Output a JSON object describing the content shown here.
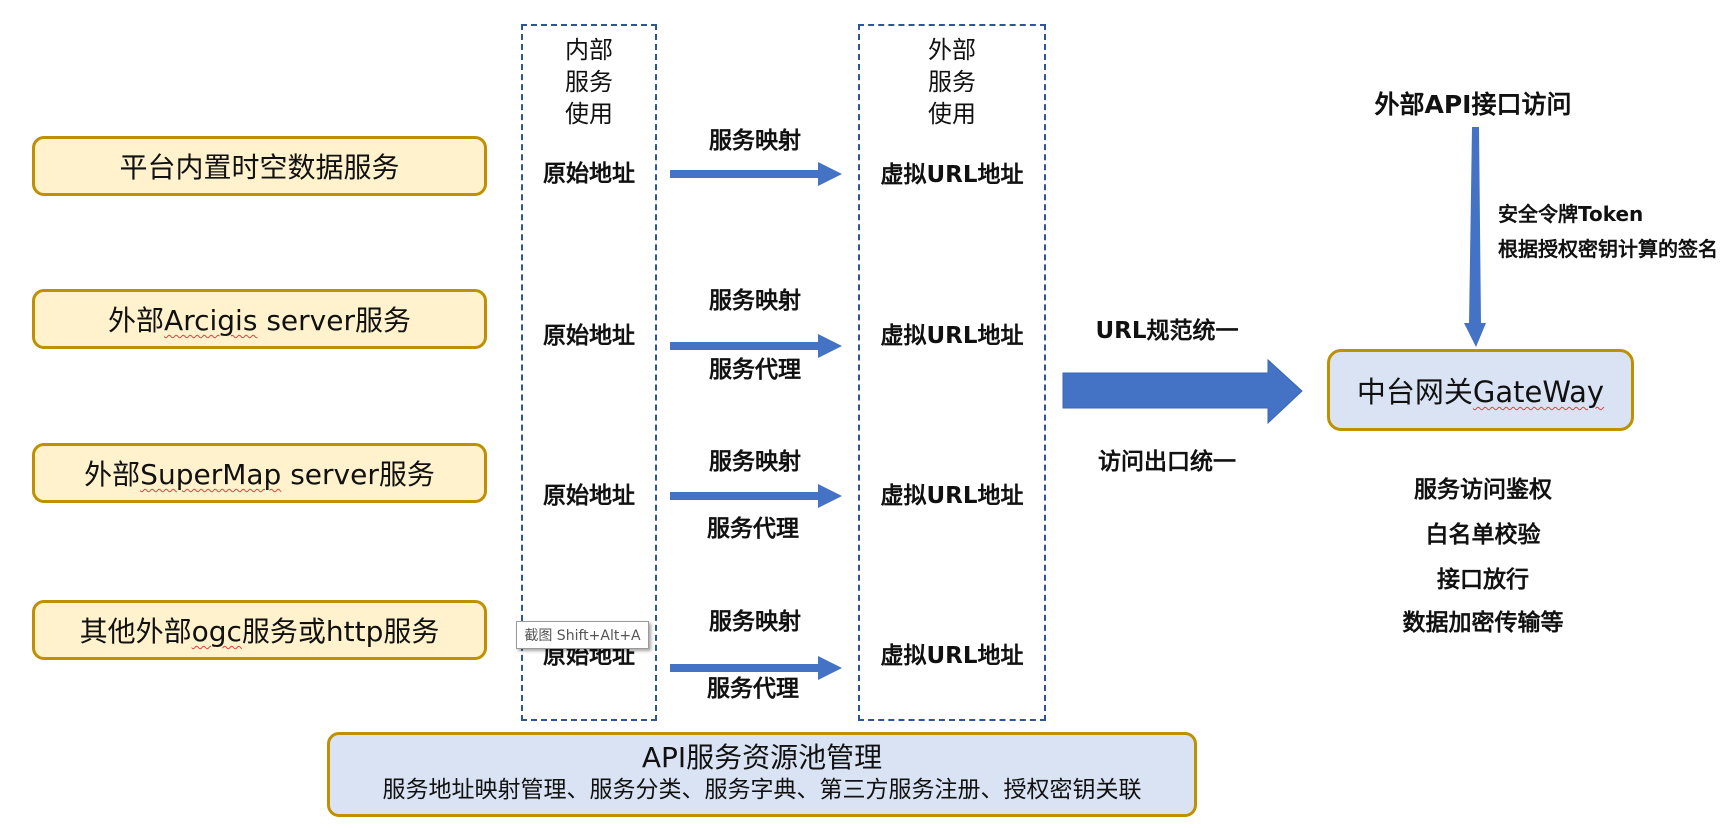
{
  "colors": {
    "source_fill": "#FFF2CC",
    "source_border": "#BF9000",
    "gateway_fill": "#DAE3F3",
    "arrow": "#4472C4",
    "dashed_border": "#2F5597"
  },
  "sources": [
    {
      "prefix": "平台内置时空数据服务",
      "marked": "",
      "suffix": ""
    },
    {
      "prefix": "外部",
      "marked": "Arcigis",
      "suffix": " server服务"
    },
    {
      "prefix": "外部",
      "marked": "SuperMap",
      "suffix": " server服务"
    },
    {
      "prefix": "其他外部",
      "marked": "ogc",
      "suffix": "服务或http服务"
    }
  ],
  "internal_column": {
    "header": [
      "内部",
      "服务",
      "使用"
    ],
    "addresses": [
      "原始地址",
      "原始地址",
      "原始地址",
      "原始地址"
    ]
  },
  "external_column": {
    "header": [
      "外部",
      "服务",
      "使用"
    ],
    "addresses": [
      "虚拟URL地址",
      "虚拟URL地址",
      "虚拟URL地址",
      "虚拟URL地址"
    ]
  },
  "mappings": [
    {
      "above": "服务映射",
      "below": ""
    },
    {
      "above": "服务映射",
      "below": "服务代理"
    },
    {
      "above": "服务映射",
      "below": "服务代理"
    },
    {
      "above": "服务映射",
      "below": "服务代理"
    }
  ],
  "unify": {
    "top": "URL规范统一",
    "bottom": "访问出口统一"
  },
  "external_api": {
    "title": "外部API接口访问",
    "token_line1": "安全令牌Token",
    "token_line2": "根据授权密钥计算的签名"
  },
  "gateway": {
    "prefix": "中台网关",
    "marked": "GateWay",
    "features": [
      "服务访问鉴权",
      "白名单校验",
      "接口放行",
      "数据加密传输等"
    ]
  },
  "pool": {
    "title": "API服务资源池管理",
    "subtitle": "服务地址映射管理、服务分类、服务字典、第三方服务注册、授权密钥关联"
  },
  "tooltip": {
    "text": "截图 Shift+Alt+A"
  }
}
